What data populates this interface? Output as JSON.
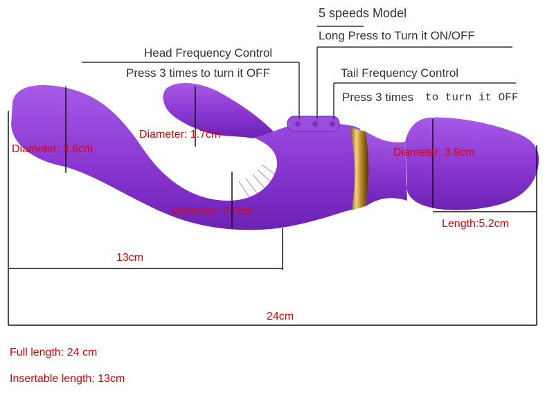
{
  "callouts": {
    "speeds_title": "5 speeds Model",
    "power_note": "Long Press to Turn it ON/OFF",
    "head_title": "Head Frequency Control",
    "head_note": "Press 3 times to turn it OFF",
    "tail_title": "Tail Frequency Control",
    "tail_note_a": "Press 3 times",
    "tail_note_b": "to turn it OFF"
  },
  "dimensions": {
    "d_head": "Diameter: 3.6cm",
    "d_clit": "Diameter: 1.7cm",
    "d_shaft": "Diameter: 2.2cm",
    "d_tail": "Diameter: 3.9cm",
    "tail_length": "Length:5.2cm",
    "insert": "13cm",
    "full": "24cm"
  },
  "specs": {
    "full_length": "Full length: 24 cm",
    "insertable_length": "Insertable length: 13cm"
  },
  "colors": {
    "body_purple": "#8a37d2",
    "gold_band": "#c9a33a",
    "dimension_red": "#e00000",
    "callout_gray": "#333333"
  }
}
